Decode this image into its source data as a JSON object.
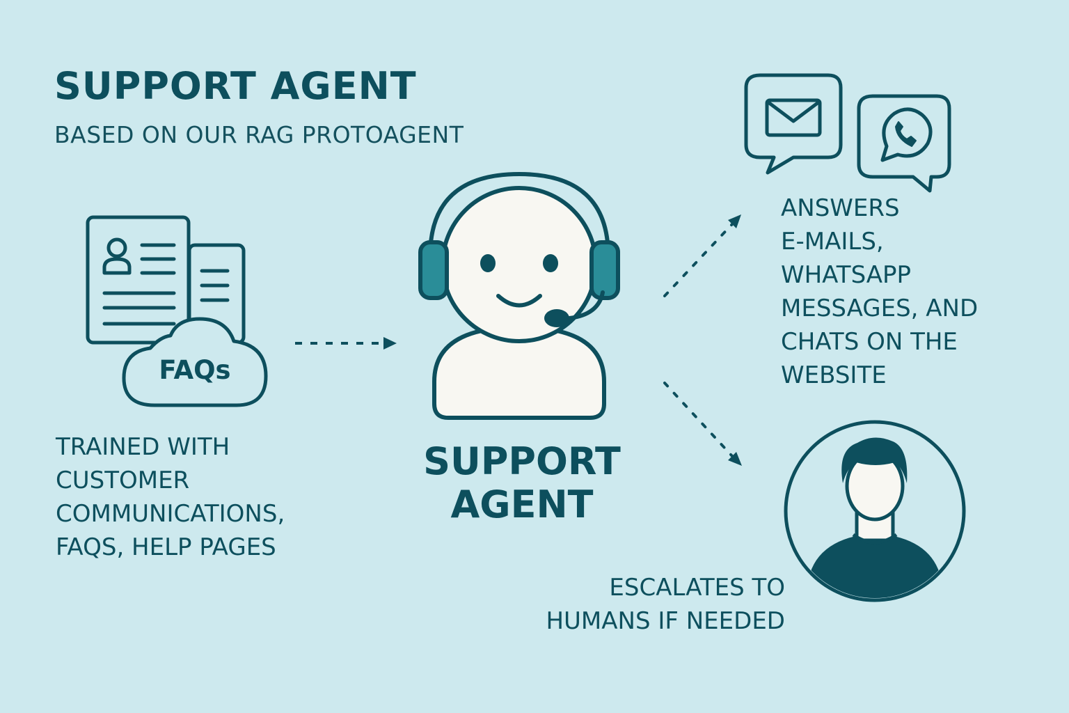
{
  "colors": {
    "background": "#cde9ee",
    "primary": "#0d4f5d",
    "accent": "#2a8d98",
    "face_fill": "#f8f7f2"
  },
  "header": {
    "title": "SUPPORT AGENT",
    "subtitle": "BASED ON OUR RAG PROTOAGENT"
  },
  "left": {
    "cloud_label": "FAQs",
    "caption_lines": [
      "TRAINED WITH",
      "CUSTOMER",
      "COMMUNICATIONS,",
      "FAQs, HELP PAGES"
    ]
  },
  "center": {
    "label_lines": [
      "SUPPORT",
      "AGENT"
    ]
  },
  "right_top": {
    "caption_lines": [
      "ANSWERS",
      "E-MAILS,",
      "WHATSAPP",
      "MESSAGES, AND",
      "CHATS ON THE",
      "WEBSITE"
    ]
  },
  "right_bottom": {
    "caption_lines": [
      "ESCALATES TO",
      "HUMANS IF NEEDED"
    ]
  },
  "icons": {
    "documents": "documents-icon",
    "cloud": "cloud-icon",
    "agent": "support-agent-headset-icon",
    "email": "email-bubble-icon",
    "whatsapp": "whatsapp-bubble-icon",
    "human": "human-avatar-icon"
  }
}
